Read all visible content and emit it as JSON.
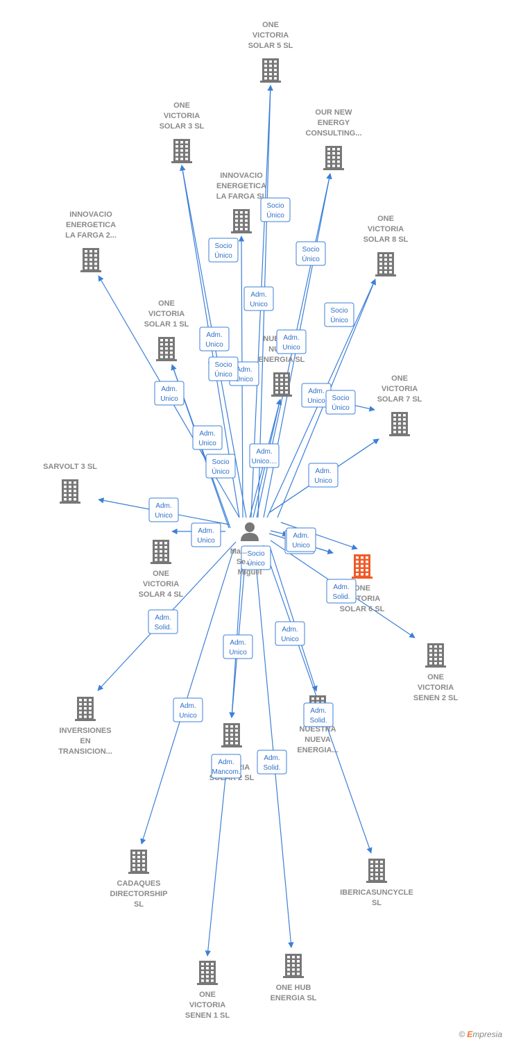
{
  "colors": {
    "edge": "#3b7fd8",
    "node": "#777777",
    "highlight": "#f05a28",
    "label_border": "#3b7fd8"
  },
  "center": {
    "id": "person",
    "label": [
      "Ma...",
      "Se...",
      "Miguel"
    ]
  },
  "nodes": [
    {
      "id": "ovs5",
      "label": [
        "ONE",
        "VICTORIA",
        "SOLAR 5  SL"
      ]
    },
    {
      "id": "ovs3",
      "label": [
        "ONE",
        "VICTORIA",
        "SOLAR 3  SL"
      ]
    },
    {
      "id": "one",
      "label": [
        "OUR NEW",
        "ENERGY",
        "CONSULTING..."
      ]
    },
    {
      "id": "ief",
      "label": [
        "INNOVACIO",
        "ENERGETICA",
        "LA FARGA  SL"
      ]
    },
    {
      "id": "ief2",
      "label": [
        "INNOVACIO",
        "ENERGETICA",
        "LA FARGA 2..."
      ]
    },
    {
      "id": "ovs8",
      "label": [
        "ONE",
        "VICTORIA",
        "SOLAR 8  SL"
      ]
    },
    {
      "id": "ovs1",
      "label": [
        "ONE",
        "VICTORIA",
        "SOLAR 1  SL"
      ]
    },
    {
      "id": "nne",
      "label": [
        "NUESTRA",
        "NUEVA",
        "ENERGIA  SL"
      ]
    },
    {
      "id": "ovs7",
      "label": [
        "ONE",
        "VICTORIA",
        "SOLAR 7  SL"
      ]
    },
    {
      "id": "sarvolt",
      "label": [
        "SARVOLT 3  SL"
      ]
    },
    {
      "id": "ovs4",
      "label": [
        "ONE",
        "VICTORIA",
        "SOLAR 4  SL"
      ]
    },
    {
      "id": "ovs6",
      "label": [
        "ONE",
        "VICTORIA",
        "SOLAR 6  SL"
      ],
      "highlight": true
    },
    {
      "id": "ovsen2",
      "label": [
        "ONE",
        "VICTORIA",
        "SENEN 2  SL"
      ]
    },
    {
      "id": "inv",
      "label": [
        "INVERSIONES",
        "EN",
        "TRANSICION..."
      ]
    },
    {
      "id": "ovs2",
      "label": [
        "ONE",
        "VICTORIA",
        "SOLAR 2  SL"
      ]
    },
    {
      "id": "nne2",
      "label": [
        "NUESTRA",
        "NUEVA",
        "ENERGIA..."
      ]
    },
    {
      "id": "cad",
      "label": [
        "CADAQUES",
        "DIRECTORSHIP",
        "SL"
      ]
    },
    {
      "id": "iber",
      "label": [
        "IBERICASUNCYCLE",
        "SL"
      ]
    },
    {
      "id": "ovsen1",
      "label": [
        "ONE",
        "VICTORIA",
        "SENEN 1  SL"
      ]
    },
    {
      "id": "hub",
      "label": [
        "ONE HUB",
        "ENERGIA  SL"
      ]
    }
  ],
  "edges": [
    {
      "to": "ovs5",
      "label": [
        "Socio",
        "Único"
      ]
    },
    {
      "to": "ovs5",
      "label": [
        "Adm.",
        "Unico"
      ]
    },
    {
      "to": "ovs3",
      "label": [
        "Socio",
        "Único"
      ]
    },
    {
      "to": "ovs3",
      "label": [
        "Adm.",
        "Unico"
      ]
    },
    {
      "to": "one",
      "label": [
        "Socio",
        "Único"
      ]
    },
    {
      "to": "one",
      "label": [
        "Adm.",
        "Unico"
      ]
    },
    {
      "to": "ief",
      "label": [
        "Adm.",
        "Unico"
      ]
    },
    {
      "to": "ief2",
      "label": [
        "Adm.",
        "Unico"
      ]
    },
    {
      "to": "ovs8",
      "label": [
        "Socio",
        "Único"
      ]
    },
    {
      "to": "ovs8",
      "label": [
        "Adm.",
        "Unico"
      ]
    },
    {
      "to": "ovs1",
      "label": [
        "Socio",
        "Único"
      ]
    },
    {
      "to": "ovs1",
      "label": [
        "Adm.",
        "Unico"
      ]
    },
    {
      "to": "nne",
      "label": [
        "Socio",
        "Único"
      ]
    },
    {
      "to": "nne",
      "label": [
        "Adm.",
        "Unico...."
      ]
    },
    {
      "to": "ovs7",
      "label": [
        "Socio",
        "Único"
      ]
    },
    {
      "to": "ovs7",
      "label": [
        "Adm.",
        "Unico"
      ]
    },
    {
      "to": "sarvolt",
      "label": [
        "Adm.",
        "Unico"
      ]
    },
    {
      "to": "ovs4",
      "label": [
        "Adm.",
        "Unico"
      ]
    },
    {
      "to": "ovs6",
      "label": [
        "Adm.",
        "Unico"
      ]
    },
    {
      "to": "ovs6",
      "label": [
        "Adm.",
        "Unico"
      ]
    },
    {
      "to": "ovsen2",
      "label": [
        "Adm.",
        "Solid."
      ]
    },
    {
      "to": "inv",
      "label": [
        "Adm.",
        "Solid."
      ]
    },
    {
      "to": "ovs2",
      "label": [
        "Socio",
        "Único"
      ]
    },
    {
      "to": "ovs2",
      "label": [
        "Adm.",
        "Unico"
      ]
    },
    {
      "to": "nne2",
      "label": [
        "Adm.",
        "Unico"
      ]
    },
    {
      "to": "iber",
      "label": [
        "Adm.",
        "Solid."
      ]
    },
    {
      "to": "cad",
      "label": [
        "Adm.",
        "Unico"
      ]
    },
    {
      "to": "ovsen1",
      "label": [
        "Adm.",
        "Mancom."
      ]
    },
    {
      "to": "hub",
      "label": [
        "Adm.",
        "Solid."
      ]
    }
  ],
  "credit": {
    "symbol": "©",
    "brand_first": "E",
    "brand_rest": "mpresia"
  }
}
